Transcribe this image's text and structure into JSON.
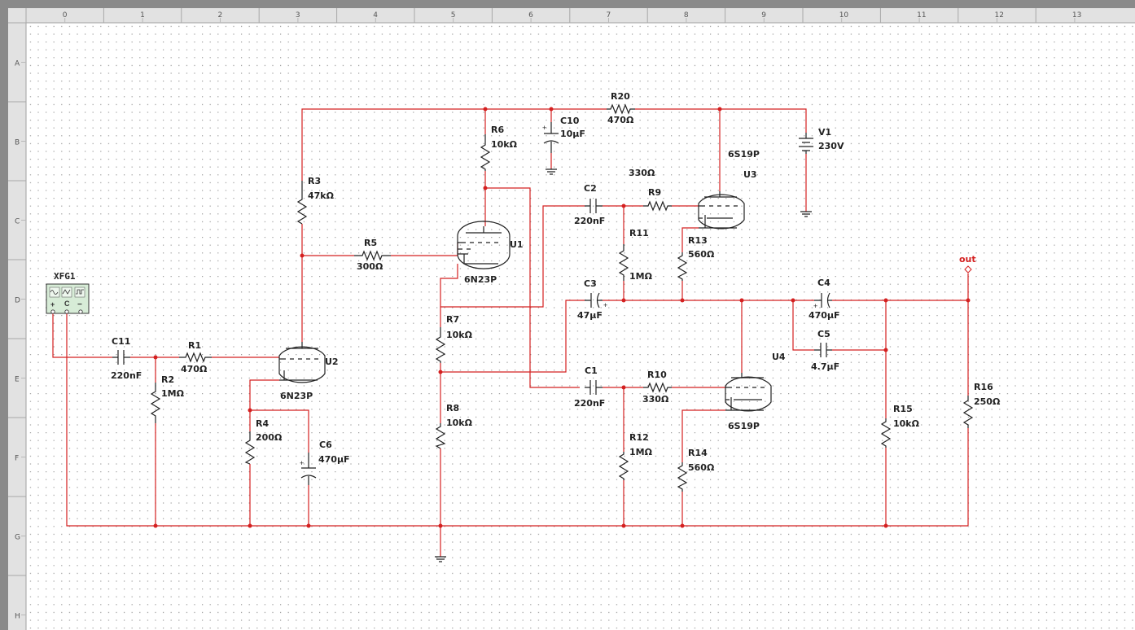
{
  "ruler": {
    "columns": [
      "0",
      "1",
      "2",
      "3",
      "4",
      "5",
      "6",
      "7",
      "8",
      "9",
      "10",
      "11",
      "12",
      "13"
    ],
    "rows": [
      "A",
      "B",
      "C",
      "D",
      "E",
      "F",
      "G",
      "H"
    ]
  },
  "generator": {
    "ref": "XFG1"
  },
  "output_probe": {
    "label": "out"
  },
  "components": {
    "C11": {
      "ref": "C11",
      "value": "220nF"
    },
    "R1": {
      "ref": "R1",
      "value": "470Ω"
    },
    "R2": {
      "ref": "R2",
      "value": "1MΩ"
    },
    "U2": {
      "ref": "U2",
      "value": "6N23P"
    },
    "R4": {
      "ref": "R4",
      "value": "200Ω"
    },
    "C6": {
      "ref": "C6",
      "value": "470µF"
    },
    "R3": {
      "ref": "R3",
      "value": "47kΩ"
    },
    "R5": {
      "ref": "R5",
      "value": "300Ω"
    },
    "U1": {
      "ref": "U1",
      "value": "6N23P"
    },
    "R6": {
      "ref": "R6",
      "value": "10kΩ"
    },
    "R7": {
      "ref": "R7",
      "value": "10kΩ"
    },
    "R8": {
      "ref": "R8",
      "value": "10kΩ"
    },
    "C10": {
      "ref": "C10",
      "value": "10µF"
    },
    "R20": {
      "ref": "R20",
      "value": "470Ω"
    },
    "V1": {
      "ref": "V1",
      "value": "230V"
    },
    "C2": {
      "ref": "C2",
      "value": "220nF"
    },
    "R9": {
      "ref": "R9",
      "value": "330Ω"
    },
    "R11": {
      "ref": "R11",
      "value": "1MΩ"
    },
    "U3": {
      "ref": "U3",
      "value": "6S19P"
    },
    "R13": {
      "ref": "R13",
      "value": "560Ω"
    },
    "C3": {
      "ref": "C3",
      "value": "47µF"
    },
    "C4": {
      "ref": "C4",
      "value": "470µF"
    },
    "C5": {
      "ref": "C5",
      "value": "4.7µF"
    },
    "U4": {
      "ref": "U4",
      "value": "6S19P"
    },
    "C1": {
      "ref": "C1",
      "value": "220nF"
    },
    "R10": {
      "ref": "R10",
      "value": "330Ω"
    },
    "R12": {
      "ref": "R12",
      "value": "1MΩ"
    },
    "R14": {
      "ref": "R14",
      "value": "560Ω"
    },
    "R15": {
      "ref": "R15",
      "value": "10kΩ"
    },
    "R16": {
      "ref": "R16",
      "value": "250Ω"
    }
  },
  "colors": {
    "wire": "#d42020",
    "component": "#222222",
    "grid_dot": "#9a9a9a",
    "ruler": "#d4d4d4",
    "frame": "#8a8a8a"
  }
}
